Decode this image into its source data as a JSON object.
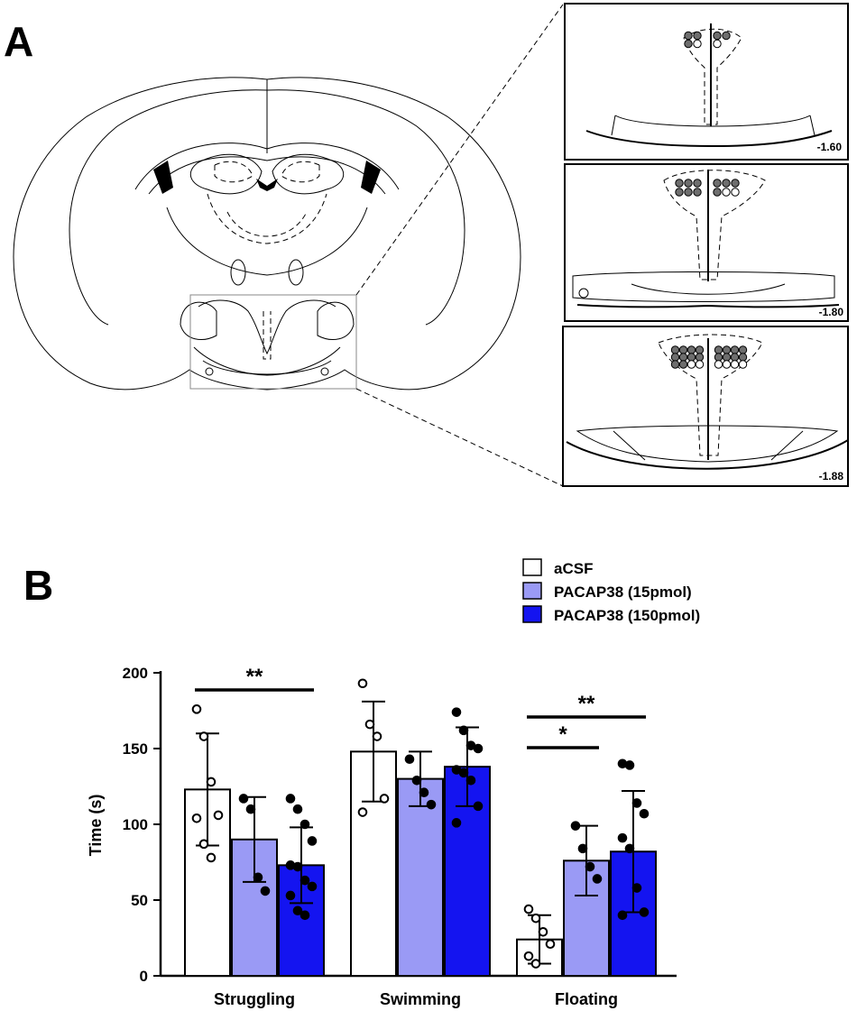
{
  "panel_a": {
    "label": "A",
    "sections": [
      {
        "coordinate": "-1.60",
        "filled_dots": 5,
        "open_dots": 2
      },
      {
        "coordinate": "-1.80",
        "filled_dots": 10,
        "open_dots": 2
      },
      {
        "coordinate": "-1.88",
        "filled_dots": 18,
        "open_dots": 6
      }
    ]
  },
  "panel_b": {
    "label": "B",
    "legend": [
      "aCSF",
      "PACAP38 (15pmol)",
      "PACAP38 (150pmol)"
    ],
    "significance": [
      {
        "category": "Struggling",
        "from_series": 0,
        "to_series": 2,
        "label": "**"
      },
      {
        "category": "Floating",
        "from_series": 0,
        "to_series": 1,
        "label": "*"
      },
      {
        "category": "Floating",
        "from_series": 0,
        "to_series": 2,
        "label": "**"
      }
    ]
  },
  "colors": {
    "aCSF": "#ffffff",
    "PACAP38_15": "#9a9af5",
    "PACAP38_150": "#1414f0"
  },
  "chart_data": {
    "type": "bar",
    "title": "",
    "xlabel": "",
    "ylabel": "Time (s)",
    "ylim": [
      0,
      200
    ],
    "yticks": [
      0,
      50,
      100,
      150,
      200
    ],
    "categories": [
      "Struggling",
      "Swimming",
      "Floating"
    ],
    "series": [
      {
        "name": "aCSF",
        "values": [
          123,
          148,
          24
        ],
        "sd": [
          37,
          33,
          16
        ],
        "points": [
          [
            176,
            158,
            128,
            106,
            104,
            87,
            78
          ],
          [
            193,
            166,
            158,
            117,
            108
          ],
          [
            44,
            38,
            29,
            21,
            13,
            8
          ]
        ]
      },
      {
        "name": "PACAP38 (15pmol)",
        "values": [
          90,
          130,
          76
        ],
        "sd": [
          28,
          18,
          23
        ],
        "points": [
          [
            117,
            110,
            65,
            56
          ],
          [
            143,
            129,
            121,
            113
          ],
          [
            99,
            84,
            72,
            64
          ]
        ]
      },
      {
        "name": "PACAP38 (150pmol)",
        "values": [
          73,
          138,
          82
        ],
        "sd": [
          25,
          26,
          40
        ],
        "points": [
          [
            117,
            110,
            100,
            89,
            73,
            72,
            63,
            59,
            53,
            43,
            40
          ],
          [
            174,
            162,
            152,
            150,
            136,
            134,
            129,
            112,
            101
          ],
          [
            140,
            139,
            114,
            107,
            91,
            84,
            58,
            42,
            40
          ]
        ]
      }
    ]
  }
}
